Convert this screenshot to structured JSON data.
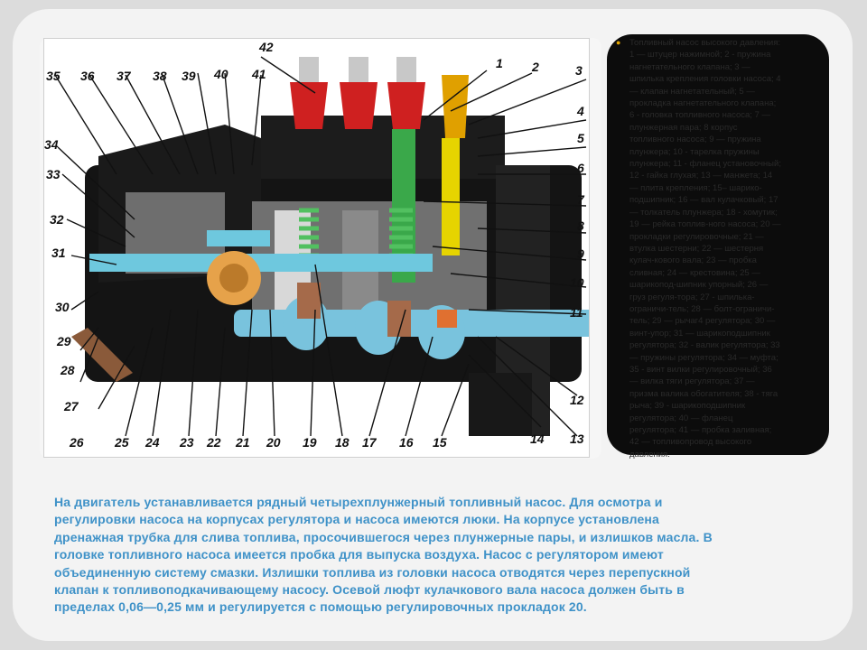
{
  "diagram": {
    "callouts": [
      "1",
      "2",
      "3",
      "4",
      "5",
      "6",
      "7",
      "8",
      "9",
      "10",
      "11",
      "12",
      "13",
      "14",
      "15",
      "16",
      "17",
      "18",
      "19",
      "20",
      "21",
      "22",
      "23",
      "24",
      "25",
      "26",
      "27",
      "28",
      "29",
      "30",
      "31",
      "32",
      "33",
      "34",
      "35",
      "36",
      "37",
      "38",
      "39",
      "40",
      "41",
      "42"
    ]
  },
  "legend": {
    "lines": [
      "Топливный насос высокого давления:",
      "1 — штуцер нажимной; 2 - пружина",
      "нагнетательного клапана; 3 —",
      "шпилька крепления головки насоса; 4",
      "— клапан нагнетательный; 5 —",
      "прокладка нагнетательного клапана;",
      "6 - головка топливного насоса; 7 —",
      "плунжерная пара; 8 корпус",
      "топливного насоса; 9 — пружина",
      "плунжера; 10 - тарелка пружины",
      "плунжера; 11 - фланец установочный;",
      "12 - гайка глухая; 13 — манжета; 14",
      "— плита крепления; 15– шарико-",
      "подшипник; 16 — вал кулачковый; 17",
      "— толкатель плунжера; 18 - хомутик;",
      "19 — рейка топлив-ного насоса; 20 —",
      "прокладки регулировочные; 21 —",
      "втулка шестерни; 22 — шестерня",
      "кулач-кового вала; 23 — пробка",
      "сливная; 24 — крестовина; 25 —",
      "шарикопод-шипник упорный; 26 —",
      "груз регуля-тора; 27 - шпилька-",
      "ограничи-тель; 28 — болт-ограничи-",
      "тель; 29 — рычаг4 регулятора; 30 —",
      "винт-упор; 31 — шарикоподшипник",
      "регулятора; 32 - валик регулятора; 33",
      "— пружины регулятора; 34 — муфта;",
      "35 - винт вилки регулировочный; 36",
      "— вилка тяги регулятора; 37 —",
      "призма валика обогатителя; 38 - тяга",
      "рыча; 39 - шарикоподшипник",
      "регулятора; 40 — фланец",
      "регулятора; 41 — пробка заливная;",
      "42 — топливопровод высокого",
      "давления."
    ]
  },
  "body": {
    "lines": [
      "   На двигатель устанавливается рядный четырехплунжерный топливный насос. Для осмотра и",
      "регулировки насоса на корпусах регулятора и насоса имеются люки. На корпусе установлена",
      "дренажная трубка для слива топлива, просочившегося через плунжерные пары, и излишков масла. В",
      "головке топливного насоса имеется пробка для выпуска воздуха. Насос с регулятором имеют",
      "объединенную систему смазки. Излишки топлива из головки насоса отводятся через перепускной",
      "клапан к топливоподкачивающему насосу. Осевой люфт кулачкового вала насоса должен быть в",
      "пределах 0,06—0,25 мм и регулируется с помощью регулировочных прокладок 20."
    ]
  }
}
